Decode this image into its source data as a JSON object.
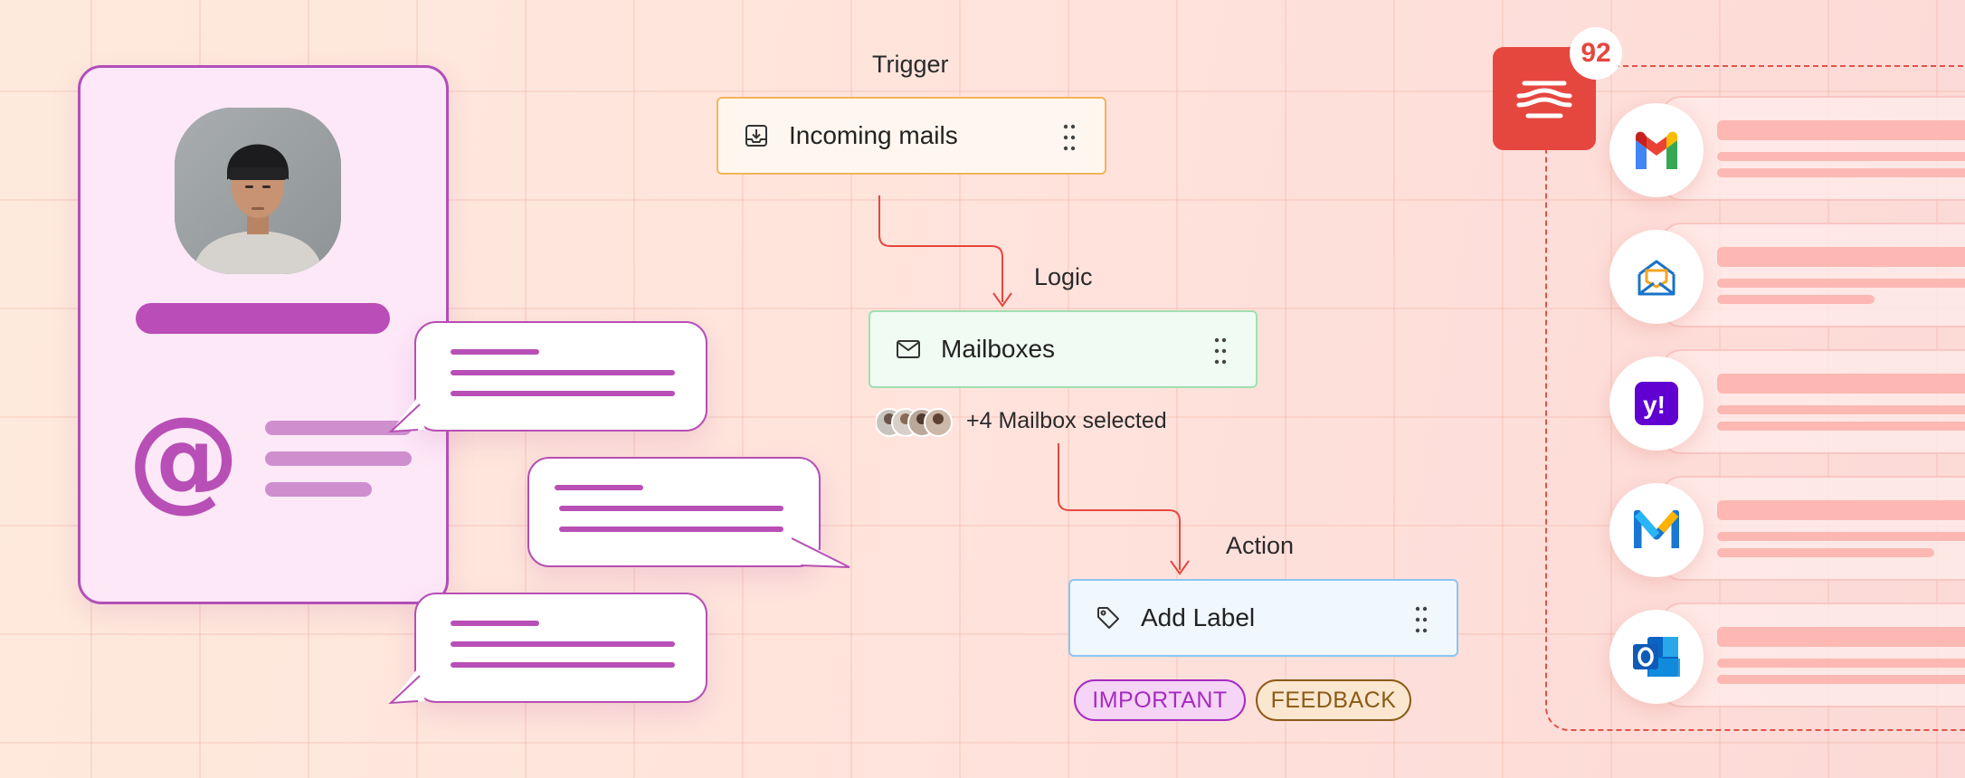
{
  "flow": {
    "trigger": {
      "section_label": "Trigger",
      "node_label": "Incoming mails"
    },
    "logic": {
      "section_label": "Logic",
      "node_label": "Mailboxes",
      "selected_text": "+4 Mailbox selected"
    },
    "action": {
      "section_label": "Action",
      "node_label": "Add Label"
    },
    "labels": [
      {
        "text": "IMPORTANT",
        "color": "#a62bc0"
      },
      {
        "text": "FEEDBACK",
        "color": "#8b5a16"
      }
    ]
  },
  "providers": {
    "count_badge": "92",
    "items": [
      "gmail-icon",
      "zoho-mail-icon",
      "yahoo-mail-icon",
      "mail-app-icon",
      "outlook-icon"
    ]
  },
  "profile": {
    "at_symbol": "@"
  },
  "colors": {
    "accent": "#b84fb6",
    "connector": "#e5473f",
    "trigger_border": "#f3b45a",
    "logic_border": "#9fe0b0",
    "action_border": "#8cc6ee"
  }
}
